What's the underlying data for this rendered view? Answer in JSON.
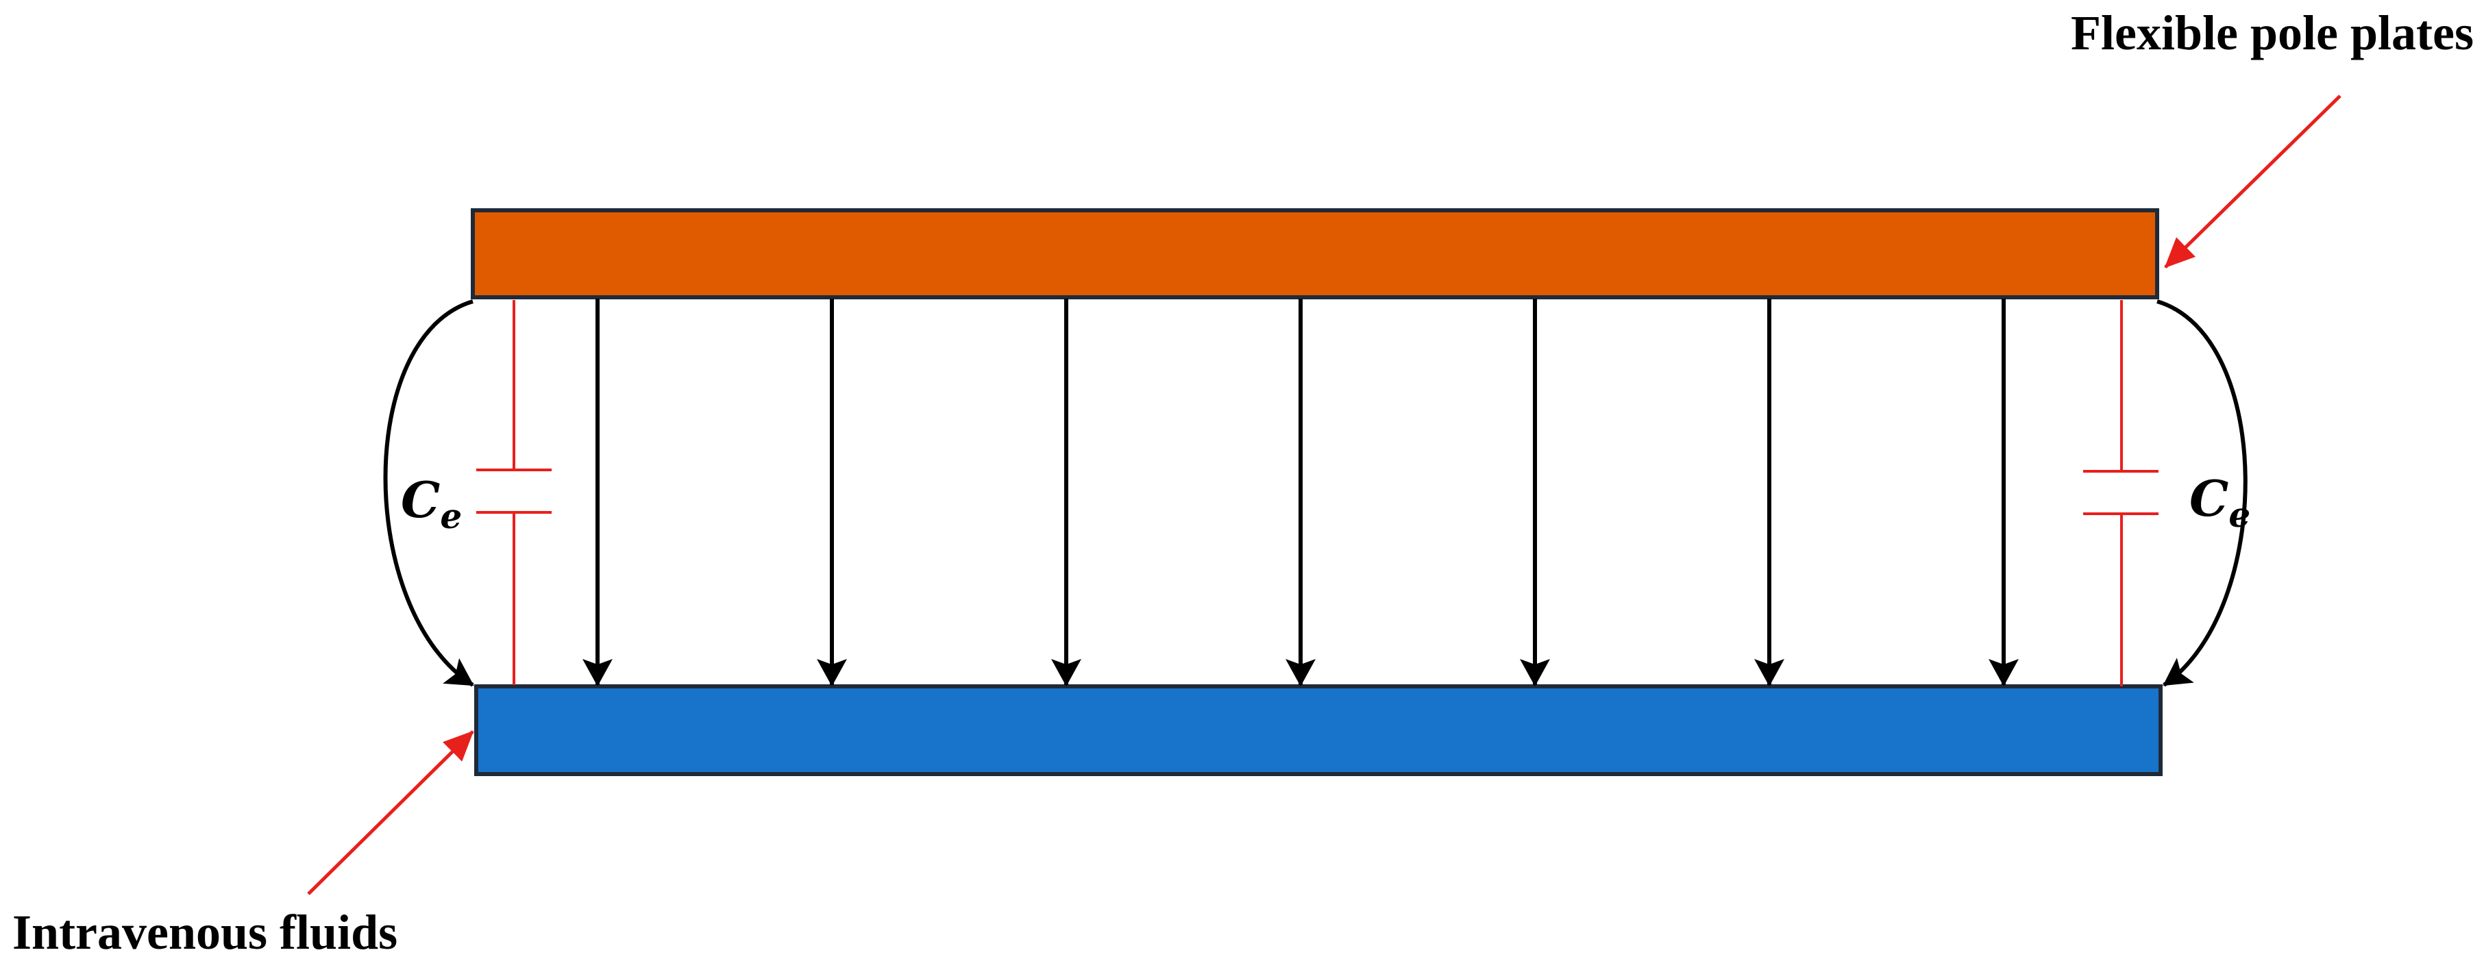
{
  "labels": {
    "top_plate": "Flexible pole plates",
    "bottom_plate": "Intravenous fluids",
    "capacitor_left": {
      "main": "C",
      "sub": "e"
    },
    "capacitor_right": {
      "main": "C",
      "sub": "e"
    }
  },
  "colors": {
    "top_plate_fill": "#E05A00",
    "bottom_plate_fill": "#1874CA",
    "plate_border": "#1F2A38",
    "field_line": "#000000",
    "capacitor": "#E8201C",
    "pointer_arrow": "#E8201C"
  },
  "field_arrow_count": 7
}
